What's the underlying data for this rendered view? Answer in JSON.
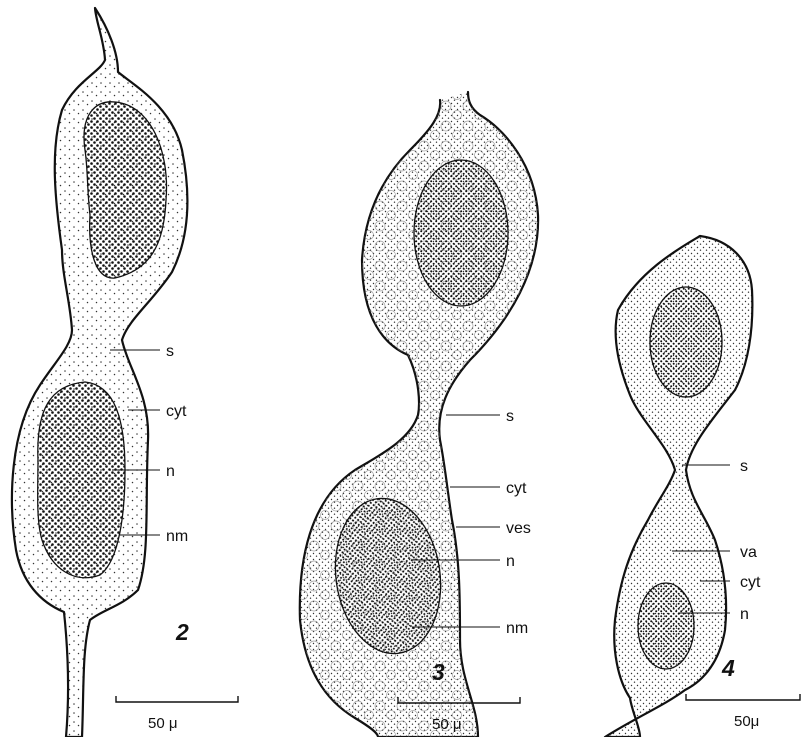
{
  "figures": [
    {
      "number": "2",
      "scale": "50 μ",
      "labels": {
        "s": "s",
        "cyt": "cyt",
        "n": "n",
        "nm": "nm"
      }
    },
    {
      "number": "3",
      "scale": "50 μ",
      "labels": {
        "s": "s",
        "cyt": "cyt",
        "ves": "ves",
        "n": "n",
        "nm": "nm"
      }
    },
    {
      "number": "4",
      "scale": "50μ",
      "labels": {
        "s": "s",
        "va": "va",
        "cyt": "cyt",
        "n": "n"
      }
    }
  ]
}
